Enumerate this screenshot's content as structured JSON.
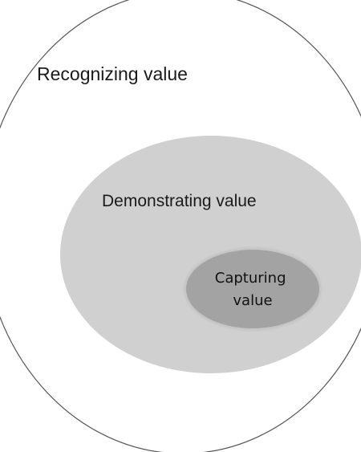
{
  "diagram": {
    "outer": {
      "label": "Recognizing value",
      "fill": "#ffffff",
      "stroke": "#555555"
    },
    "middle": {
      "label": "Demonstrating value",
      "fill": "#d0d0d0"
    },
    "inner": {
      "label_line1": "Capturing",
      "label_line2": "value",
      "fill": "#a3a3a3",
      "edge": "#c4c4c4"
    }
  }
}
